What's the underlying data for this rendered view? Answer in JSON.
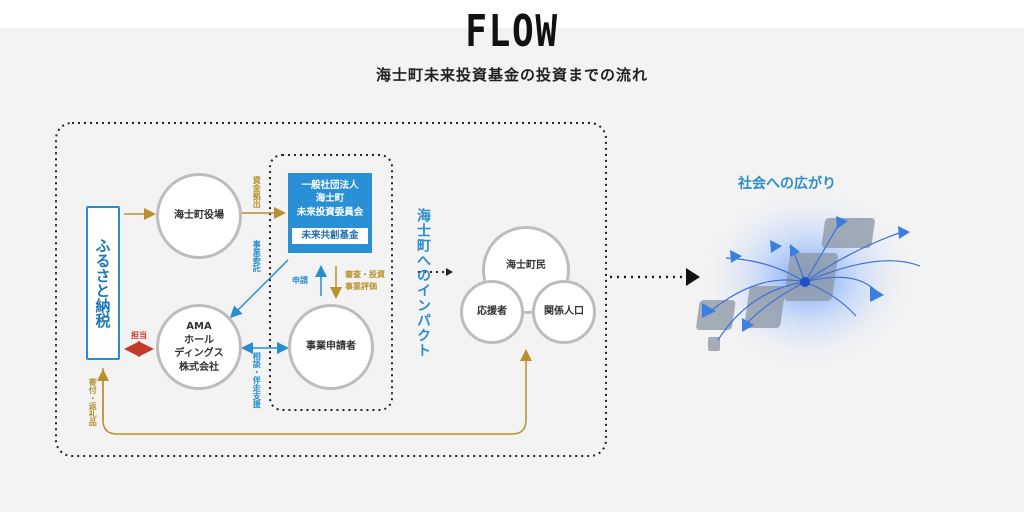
{
  "header": {
    "title": "FLOW",
    "subtitle": "海士町未来投資基金の投資までの流れ"
  },
  "nodes": {
    "furusato": "ふるさと納税",
    "town_office": "海士町役場",
    "committee_lines": [
      "一般社団法人",
      "海士町",
      "未来投資委員会"
    ],
    "fund": "未来共創基金",
    "ama_lines": [
      "AMA",
      "ホール",
      "ディングス",
      "株式会社"
    ],
    "applicant": "事業申請者",
    "residents": "海士町民",
    "supporters": "応援者",
    "related_population": "関係人口"
  },
  "labels": {
    "fund_contribution": "資金拠出",
    "business_commission": "事業委託",
    "application": "申請",
    "review_investment": "審査・投資",
    "business_evaluation": "事業評価",
    "consultation_support": "相談・伴走支援",
    "in_charge": "担当",
    "donation_gift": "寄付・返礼品",
    "impact": "海士町へのインパクト",
    "social_spread": "社会への広がり"
  },
  "colors": {
    "gold": "#b8902c",
    "blue": "#2b8ccd",
    "red": "#c0392b",
    "circle_border": "#bdbdbd"
  }
}
